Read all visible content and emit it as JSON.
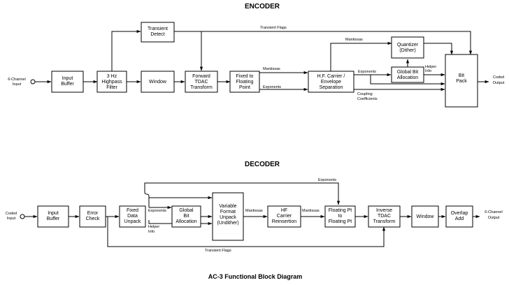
{
  "encoder": {
    "title": "ENCODER",
    "input_label": [
      "6-Channel",
      "Input"
    ],
    "output_label": [
      "Coded",
      "Output"
    ],
    "blocks": {
      "input_buffer": [
        "Input",
        "Buffer"
      ],
      "highpass": [
        "3 Hz",
        "Highpass",
        "Filter"
      ],
      "transient_detect": [
        "Transient",
        "Detect"
      ],
      "window": [
        "Window"
      ],
      "tdac": [
        "Forward",
        "TDAC",
        "Transform"
      ],
      "fixed_to_float": [
        "Fixed to",
        "Floating",
        "Point"
      ],
      "hf_carrier": [
        "H.F. Carrier /",
        "Envelope",
        "Separation"
      ],
      "quantizer": [
        "Quantizer",
        "(Dither)"
      ],
      "bit_alloc": [
        "Global Bit",
        "Allocation"
      ],
      "bit_pack": [
        "Bit",
        "Pack"
      ]
    },
    "labels": {
      "transient_flags": "Transient Flags",
      "mantissas_1": "Mantissas",
      "mantissas_2": "Mantissas",
      "exponents_1": "Exponents",
      "exponents_2": "Exponents",
      "helper_info": [
        "Helper",
        "Info"
      ],
      "coupling": [
        "Coupling",
        "Coefficients"
      ]
    }
  },
  "decoder": {
    "title": "DECODER",
    "input_label": [
      "Coded",
      "Input"
    ],
    "output_label": [
      "6-Channel",
      "Output"
    ],
    "blocks": {
      "input_buffer": [
        "Input",
        "Buffer"
      ],
      "error_check": [
        "Error",
        "Check"
      ],
      "fixed_unpack": [
        "Fixed",
        "Data",
        "Unpack"
      ],
      "bit_alloc": [
        "Global",
        "Bit",
        "Allocation"
      ],
      "var_unpack": [
        "Variable",
        "Format",
        "Unpack",
        "(Undither)"
      ],
      "hf_reinsertion": [
        "HF",
        "Carrier",
        "Reinsertion"
      ],
      "float_to_float": [
        "Floating Pt",
        "to",
        "Floating Pt"
      ],
      "inverse_tdac": [
        "Inverse",
        "TDAC",
        "Transform"
      ],
      "window": [
        "Window"
      ],
      "overlap_add": [
        "Overlap",
        "Add"
      ]
    },
    "labels": {
      "exponents_top": "Exponents",
      "exponents": "Exponents",
      "helper_info": [
        "Helper",
        "Info"
      ],
      "mantissas_1": "Mantissas",
      "mantissas_2": "Mantissas",
      "transient_flags": "Transient Flags"
    }
  },
  "caption": "AC-3 Functional Block Diagram"
}
